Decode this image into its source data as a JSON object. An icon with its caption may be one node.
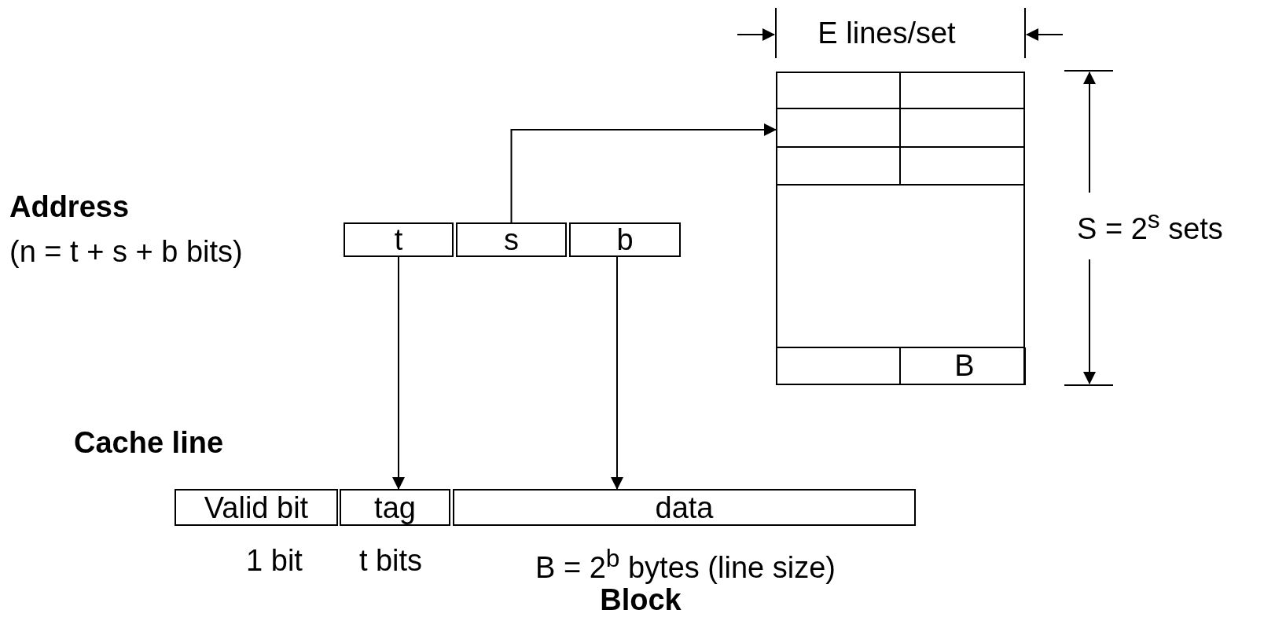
{
  "diagram": {
    "nodes": [
      {
        "text": [
          "t"
        ]
      },
      {
        "text": [
          "s"
        ]
      },
      {
        "text": [
          "b"
        ]
      },
      {
        "text": [],
        "shape": "box"
      },
      {
        "text": [
          "Valid bit"
        ],
        "beside": [
          "1 bit"
        ]
      },
      {
        "text": [
          "tag"
        ],
        "beside": [
          "t bits"
        ]
      },
      {
        "text": [
          "data"
        ],
        "beside": [
          "B = 2$^{b}$ bytes (line size)"
        ]
      }
    ],
    "edges": [
      {
        "from": 1,
        "to": 3,
        "arrow": "to"
      },
      {
        "from": 0,
        "to": 5,
        "arrow": "to"
      },
      {
        "from": 2,
        "to": 6,
        "arrow": "to"
      }
    ],
    "labels": [
      "E lines/set",
      "Address",
      "(n = t + s + b bits)",
      "S = 2$^{s}$ sets",
      "B",
      "Cache line",
      "Block"
    ]
  }
}
